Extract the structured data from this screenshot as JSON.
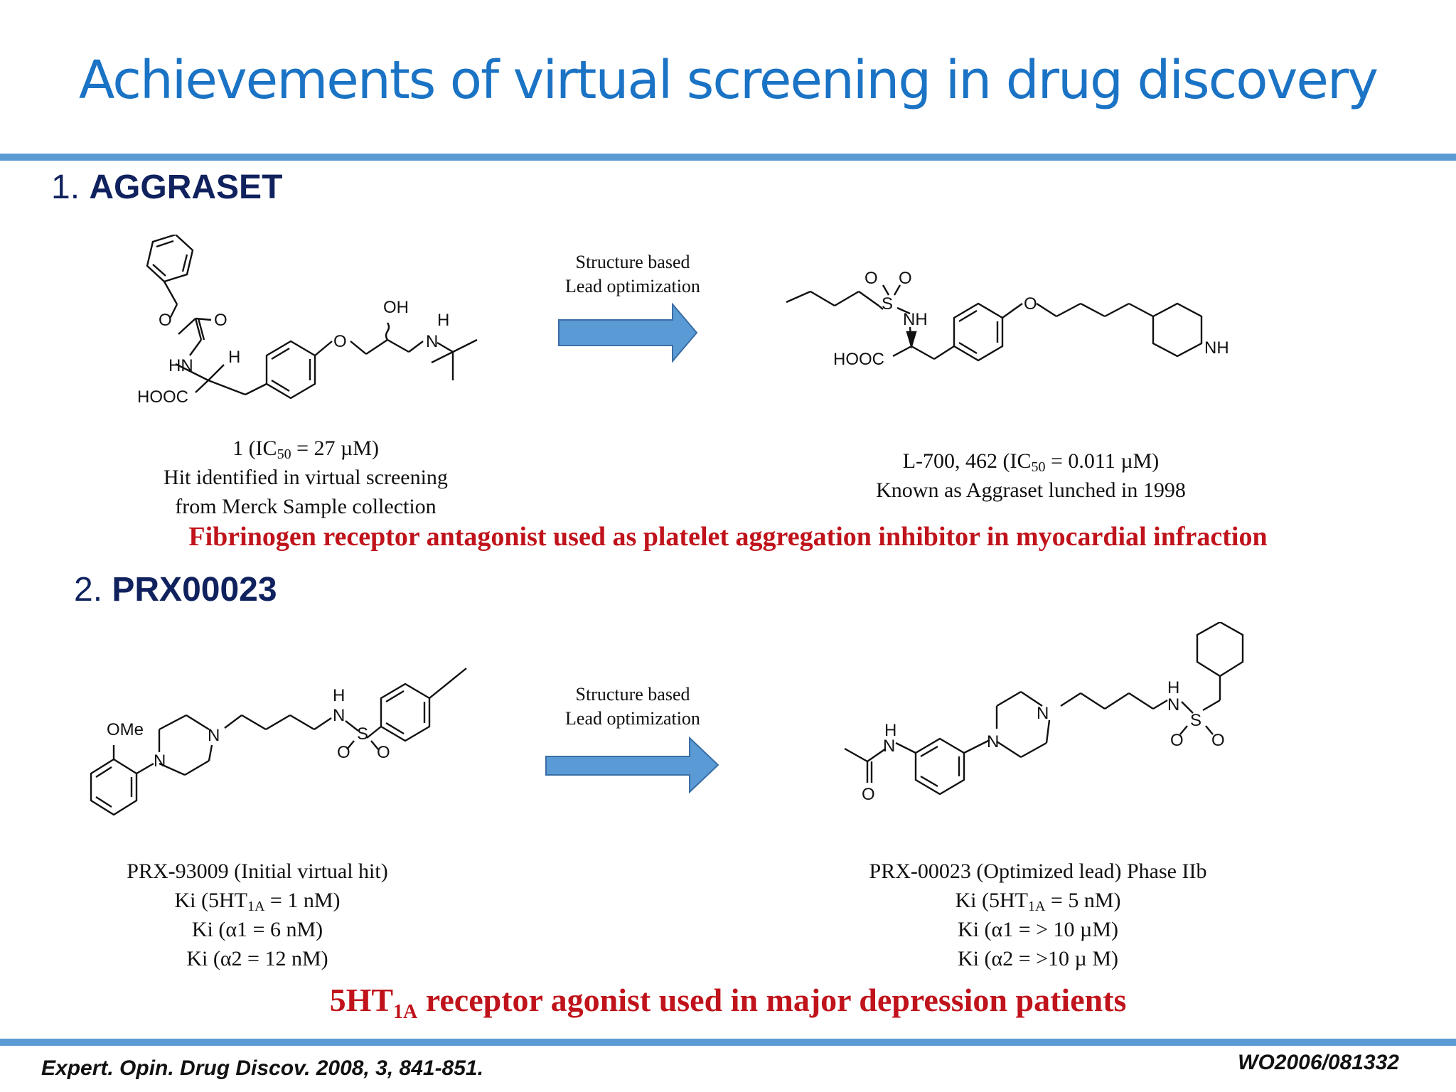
{
  "title": "Achievements of virtual screening in drug discovery",
  "section1": {
    "number": "1.",
    "name": "AGGRASET",
    "arrow_line1": "Structure based",
    "arrow_line2": "Lead optimization",
    "hit": {
      "line1_prefix": "1 (IC",
      "line1_sub": "50",
      "line1_suffix": " = 27 µM)",
      "line2": "Hit identified in virtual screening",
      "line3": "from Merck Sample collection"
    },
    "lead": {
      "line1_prefix": "L-700, 462  (IC",
      "line1_sub": "50",
      "line1_suffix": " = 0.011 µM)",
      "line2": "Known as Aggraset  lunched in 1998"
    },
    "summary": "Fibrinogen receptor antagonist used as platelet aggregation inhibitor in myocardial infraction",
    "hit_atoms": {
      "o1": "O",
      "o2": "O",
      "hn": "HN",
      "h": "H",
      "hooc": "HOOC",
      "o3": "O",
      "oh": "OH",
      "h2": "H",
      "n": "N"
    },
    "lead_atoms": {
      "o1": "O",
      "o2": "O",
      "s": "S",
      "nh": "NH",
      "hooc": "HOOC",
      "o3": "O",
      "nh2": "NH"
    }
  },
  "section2": {
    "number": "2.",
    "name": "PRX00023",
    "arrow_line1": "Structure based",
    "arrow_line2": "Lead optimization",
    "hit": {
      "line1": "PRX-93009 (Initial virtual hit)",
      "line2_prefix": "Ki (5HT",
      "line2_sub": "1A",
      "line2_suffix": " = 1 nM)",
      "line3": "Ki (α1 = 6 nM)",
      "line4": "Ki (α2 = 12 nM)"
    },
    "lead": {
      "line1": "PRX-00023 (Optimized lead) Phase IIb",
      "line2_prefix": "Ki (5HT",
      "line2_sub": "1A",
      "line2_suffix": " = 5 nM)",
      "line3": "Ki (α1 = > 10 µM)",
      "line4": "Ki (α2 = >10 µ M)"
    },
    "summary_prefix": "5HT",
    "summary_sub": "1A",
    "summary_suffix": " receptor agonist used in major depression patients",
    "hit_atoms": {
      "ome": "OMe",
      "n1": "N",
      "n2": "N",
      "h": "H",
      "n3": "N",
      "s": "S",
      "o1": "O",
      "o2": "O"
    },
    "lead_atoms": {
      "h1": "H",
      "n1": "N",
      "o1": "O",
      "n2": "N",
      "n3": "N",
      "h2": "H",
      "n4": "N",
      "s": "S",
      "o2": "O",
      "o3": "O"
    }
  },
  "citation_left": "Expert. Opin. Drug Discov. 2008, 3, 841-851.",
  "citation_right": "WO2006/081332",
  "colors": {
    "title": "#1a73c4",
    "rule": "#5b9bd5",
    "heading": "#10225e",
    "highlight": "#c0131b",
    "arrow_fill": "#5b9bd5",
    "arrow_stroke": "#3a6ea5"
  }
}
